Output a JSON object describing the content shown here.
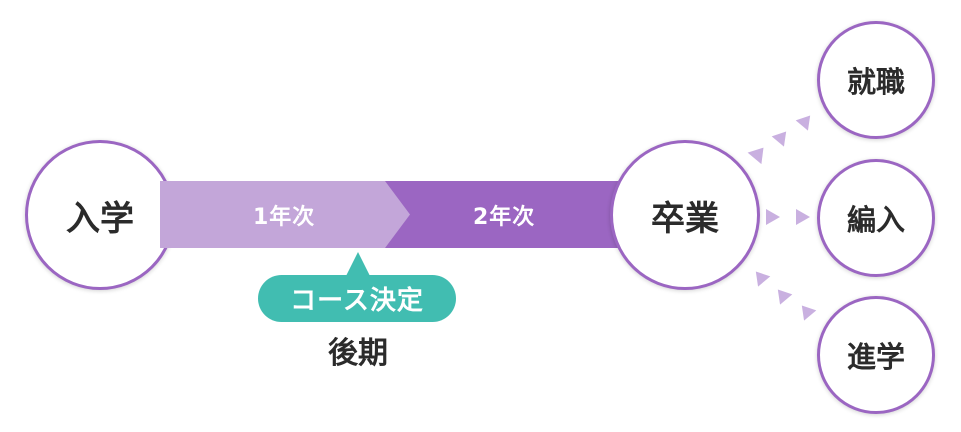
{
  "stages": {
    "start": "入学",
    "year1": "1年次",
    "year2": "2年次",
    "graduate": "卒業"
  },
  "milestone": {
    "label": "コース決定",
    "timing": "後期"
  },
  "outcomes": [
    "就職",
    "編入",
    "進学"
  ],
  "colors": {
    "purple_dark": "#9b66c2",
    "purple_light": "#c3a6d9",
    "teal": "#41bdb1",
    "text": "#2b2b2b"
  }
}
